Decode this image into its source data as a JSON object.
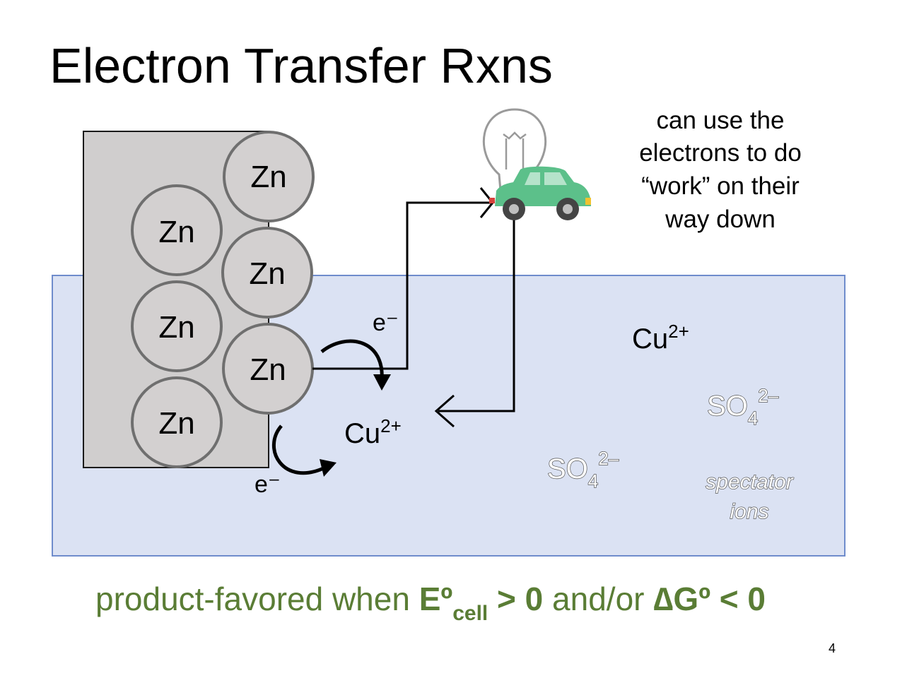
{
  "title": "Electron Transfer Rxns",
  "electrode": {
    "atom_label": "Zn"
  },
  "electron_labels": {
    "upper": "e⁻",
    "lower": "e⁻"
  },
  "ions": {
    "copper_near": {
      "base": "Cu",
      "charge": "2+"
    },
    "copper_far": {
      "base": "Cu",
      "charge": "2+"
    },
    "sulfate_right": {
      "base": "SO",
      "subscript": "4",
      "charge": "2–"
    },
    "sulfate_center": {
      "base": "SO",
      "subscript": "4",
      "charge": "2–"
    }
  },
  "spectator_label": {
    "line1": "spectator",
    "line2": "ions"
  },
  "work_note": {
    "line1": "can use the",
    "line2": "electrons to do",
    "line3": "“work” on their",
    "line4": "way down"
  },
  "footer": {
    "prefix": "product-favored when ",
    "e_symbol": "Eº",
    "e_subscript": "cell",
    "e_condition": " > 0",
    "joiner": " and/or ",
    "g_symbol": "∆Gº",
    "g_condition": " < 0"
  },
  "page_number": "4",
  "colors": {
    "solution_fill": "#dbe2f3",
    "solution_border": "#6f8ccc",
    "electrode_fill": "#d0cece",
    "atom_fill": "#d3d0d0",
    "atom_border": "#6f6f6f",
    "footer_green": "#5a7d35",
    "car_body": "#5cc08a"
  }
}
